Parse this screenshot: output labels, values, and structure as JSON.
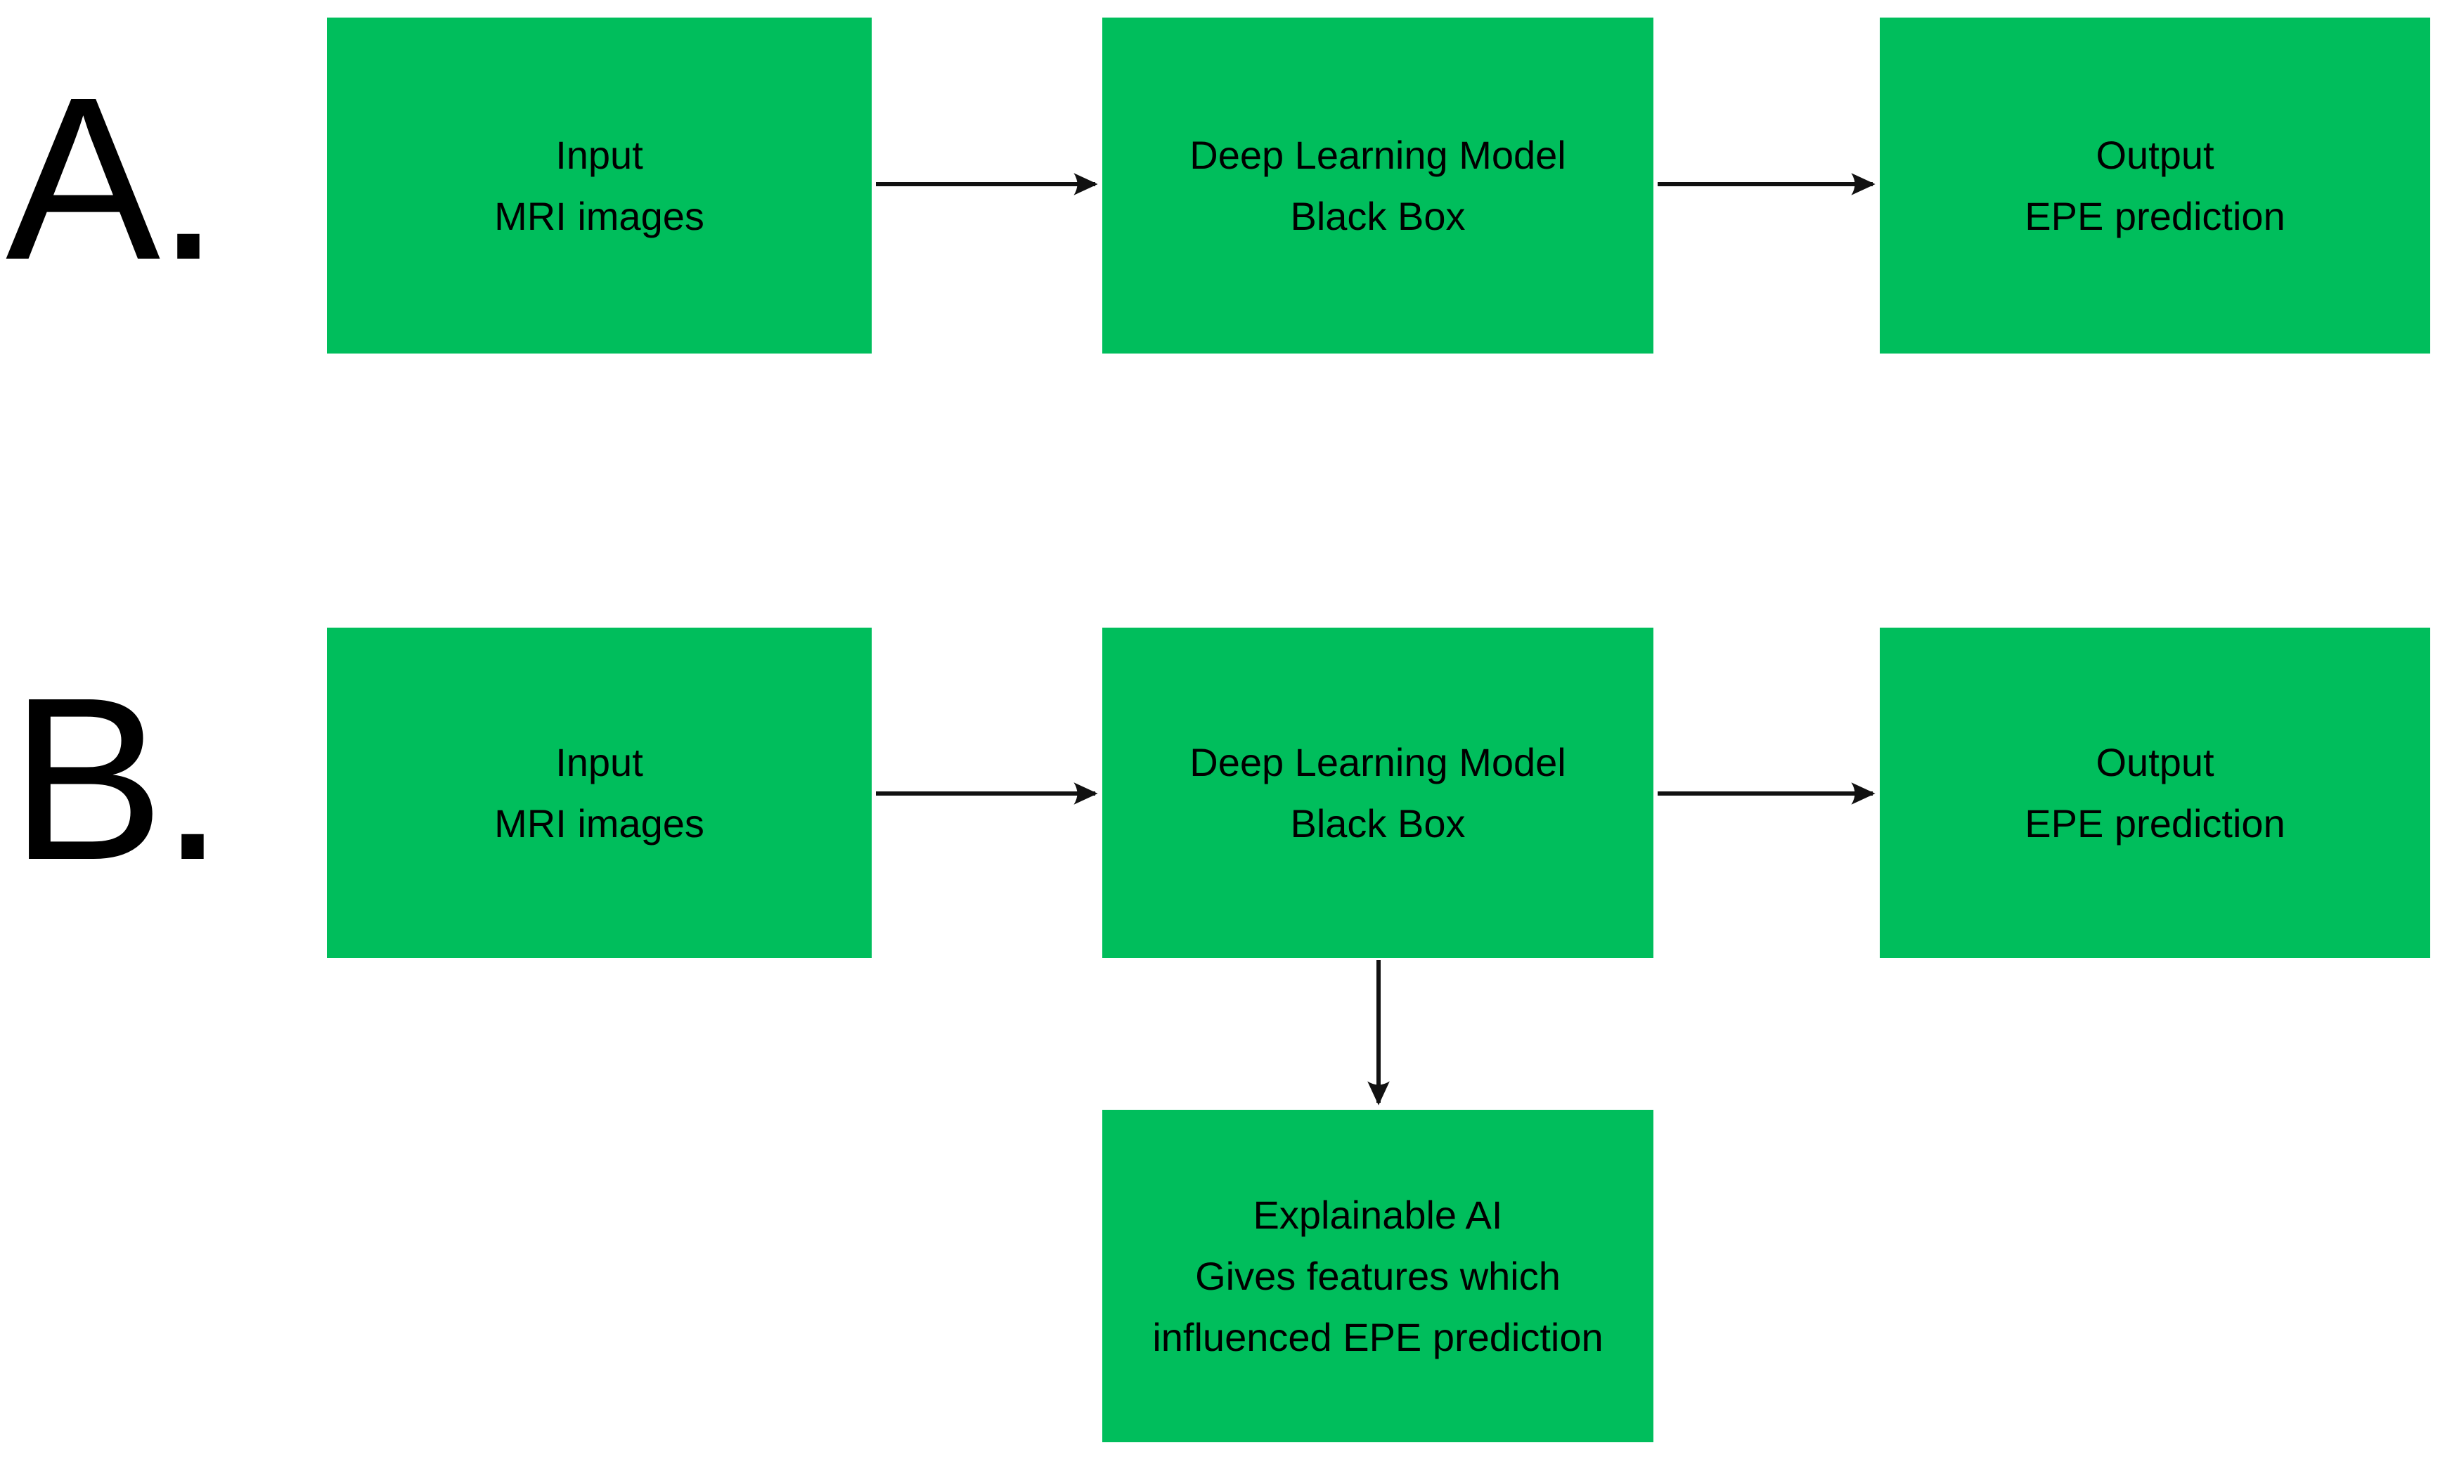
{
  "colors": {
    "box_fill": "#00be5c",
    "box_text": "#000000",
    "arrow": "#111111",
    "label_text": "#000000",
    "background": "#ffffff"
  },
  "section_a": {
    "label": "A.",
    "boxes": [
      {
        "name": "input",
        "lines": [
          "Input",
          "MRI images"
        ]
      },
      {
        "name": "model",
        "lines": [
          "Deep Learning Model",
          "Black Box"
        ]
      },
      {
        "name": "output",
        "lines": [
          "Output",
          "EPE prediction"
        ]
      }
    ]
  },
  "section_b": {
    "label": "B.",
    "boxes": [
      {
        "name": "input",
        "lines": [
          "Input",
          "MRI images"
        ]
      },
      {
        "name": "model",
        "lines": [
          "Deep Learning Model",
          "Black Box"
        ]
      },
      {
        "name": "output",
        "lines": [
          "Output",
          "EPE prediction"
        ]
      },
      {
        "name": "xai",
        "lines": [
          "Explainable AI",
          "Gives features which",
          "influenced EPE prediction"
        ]
      }
    ]
  }
}
